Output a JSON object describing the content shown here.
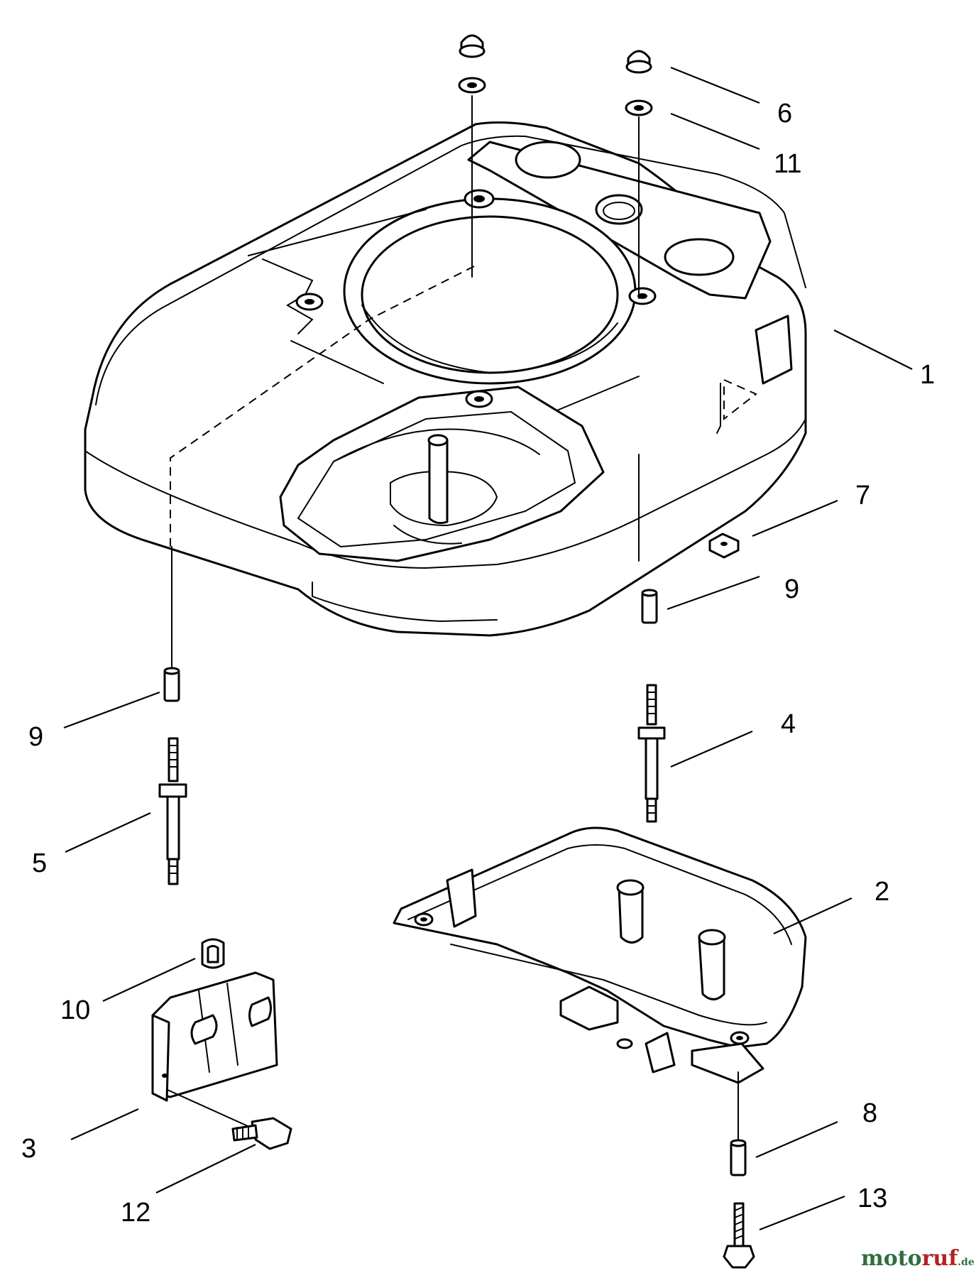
{
  "callouts": [
    "1",
    "2",
    "3",
    "4",
    "5",
    "6",
    "7",
    "8",
    "9",
    "9",
    "10",
    "11",
    "12",
    "13"
  ],
  "watermark": {
    "text": "motoruf",
    "suffix": ".de",
    "color_moto": "#2f6f3f",
    "color_ruf": "#b22222"
  }
}
